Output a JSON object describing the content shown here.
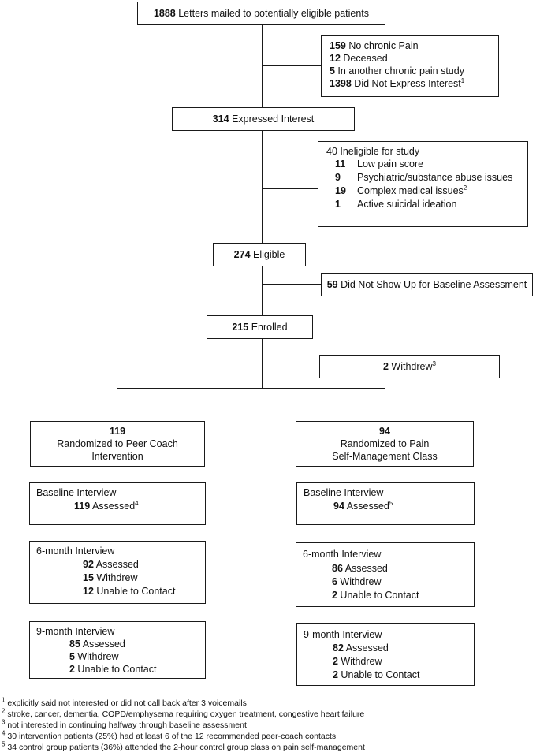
{
  "flow": {
    "letters": {
      "n": "1888",
      "text": " Letters mailed to potentially eligible patients"
    },
    "excluded1": [
      {
        "n": "159",
        "text": " No chronic Pain",
        "sup": ""
      },
      {
        "n": "12",
        "text": " Deceased",
        "sup": ""
      },
      {
        "n": "5",
        "text": " In another chronic pain study",
        "sup": ""
      },
      {
        "n": "1398",
        "text": " Did Not Express Interest",
        "sup": "1"
      }
    ],
    "interest": {
      "n": "314",
      "text": " Expressed Interest"
    },
    "ineligible": {
      "header": "40 Ineligible for study",
      "items": [
        {
          "n": "11",
          "text": "Low pain score",
          "sup": ""
        },
        {
          "n": "9",
          "text": "Psychiatric/substance abuse issues",
          "sup": ""
        },
        {
          "n": "19",
          "text": "Complex medical issues",
          "sup": "2"
        },
        {
          "n": "1",
          "text": "Active suicidal ideation",
          "sup": ""
        }
      ]
    },
    "eligible": {
      "n": "274",
      "text": " Eligible"
    },
    "noshow": {
      "n": "59",
      "text": " Did Not Show Up for Baseline Assessment"
    },
    "enrolled": {
      "n": "215",
      "text": " Enrolled"
    },
    "withdrew": {
      "n": "2",
      "text": " Withdrew",
      "sup": "3"
    },
    "left": {
      "arm": {
        "n": "119",
        "line1": "Randomized to Peer Coach",
        "line2": "Intervention"
      },
      "baseline": {
        "title": "Baseline Interview",
        "n": "119",
        "text": " Assessed",
        "sup": "4"
      },
      "m6": {
        "title": "6-month Interview",
        "rows": [
          {
            "n": "92",
            "text": " Assessed"
          },
          {
            "n": "15",
            "text": " Withdrew"
          },
          {
            "n": "12",
            "text": " Unable to Contact"
          }
        ]
      },
      "m9": {
        "title": "9-month Interview",
        "rows": [
          {
            "n": "85",
            "text": " Assessed"
          },
          {
            "n": "5",
            "text": " Withdrew"
          },
          {
            "n": "2",
            "text": " Unable to Contact"
          }
        ]
      }
    },
    "right": {
      "arm": {
        "n": "94",
        "line1": "Randomized to Pain",
        "line2": "Self-Management Class"
      },
      "baseline": {
        "title": "Baseline Interview",
        "n": "94",
        "text": " Assessed",
        "sup": "5"
      },
      "m6": {
        "title": "6-month Interview",
        "rows": [
          {
            "n": "86",
            "text": " Assessed"
          },
          {
            "n": "6",
            "text": " Withdrew"
          },
          {
            "n": "2",
            "text": " Unable to Contact"
          }
        ]
      },
      "m9": {
        "title": "9-month Interview",
        "rows": [
          {
            "n": "82",
            "text": " Assessed"
          },
          {
            "n": "2",
            "text": " Withdrew"
          },
          {
            "n": "2",
            "text": " Unable to Contact"
          }
        ]
      }
    }
  },
  "footnotes": [
    {
      "num": "1",
      "text": " explicitly said not interested or did not call back after 3 voicemails"
    },
    {
      "num": "2",
      "text": " stroke, cancer, dementia, COPD/emphysema requiring oxygen treatment, congestive heart failure"
    },
    {
      "num": "3",
      "text": " not interested in continuing halfway through baseline assessment"
    },
    {
      "num": "4",
      "text": " 30 intervention patients (25%) had at least 6 of the 12 recommended peer-coach contacts"
    },
    {
      "num": "5",
      "text": " 34 control group patients (36%) attended the 2-hour control group class on pain self-management"
    }
  ]
}
